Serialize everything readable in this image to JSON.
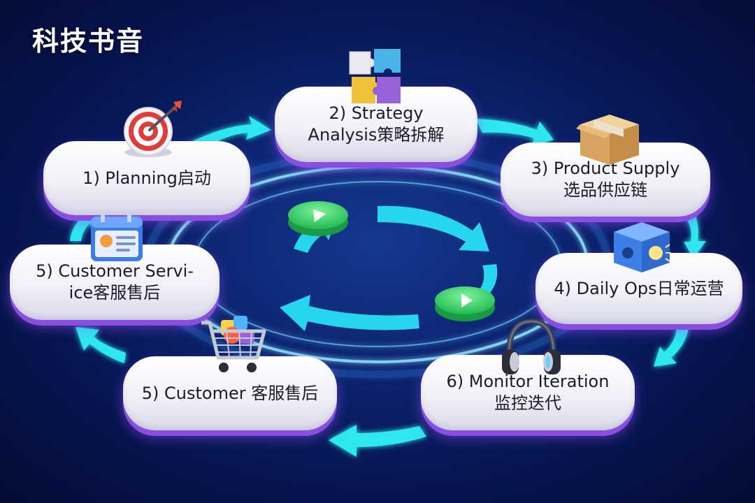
{
  "brand": "科技书音",
  "steps": [
    {
      "label": "1) Planning启动",
      "icon": "target-icon"
    },
    {
      "label": "2) Strategy\nAnalysis策略拆解",
      "icon": "puzzle-icon"
    },
    {
      "label": "3) Product Supply\n选品供应链",
      "icon": "box-icon"
    },
    {
      "label": "4) Daily Ops日常运营",
      "icon": "blue-box-icon"
    },
    {
      "label": "5) Customer Servi-\nice客服售后",
      "icon": "id-card-icon"
    },
    {
      "label": "5) Customer 客服售后",
      "icon": "shopping-cart-icon"
    },
    {
      "label": "6) Monitor Iteration\n监控迭代",
      "icon": "headphones-icon"
    }
  ],
  "colors": {
    "arrow": "#2ee8ef",
    "pill_shadow": "#8a4fe0",
    "play_button": "#3dd96b",
    "ring": "#6fd3ff"
  }
}
